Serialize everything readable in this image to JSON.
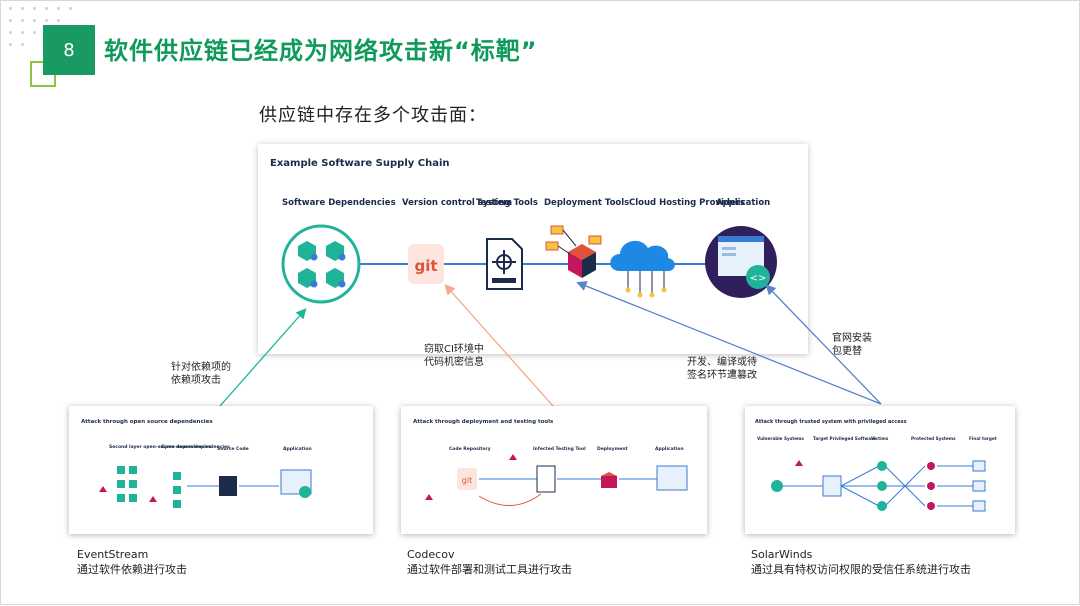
{
  "slide": {
    "number": "8",
    "title": "软件供应链已经成为网络攻击新“标靶”",
    "subtitle": "供应链中存在多个攻击面："
  },
  "main_diagram": {
    "title": "Example Software Supply Chain",
    "stages": [
      {
        "label": "Software Dependencies"
      },
      {
        "label": "Version control system"
      },
      {
        "label": "Testing Tools"
      },
      {
        "label": "Deployment Tools"
      },
      {
        "label": "Cloud Hosting Providers"
      },
      {
        "label": "Application"
      }
    ],
    "git_text": "git"
  },
  "annotations": {
    "dependency": "针对依赖项的\n依赖项攻击",
    "ci_secrets": "窃取CI环境中\n代码机密信息",
    "build_sign": "开发、编译或待\n签名环节遭篡改",
    "site_install": "官网安装\n包更替"
  },
  "cases": [
    {
      "diagram_title": "Attack through open source dependencies",
      "labels": [
        "Second layer open-source dependencies",
        "Open-source dependencies",
        "Source Code",
        "Application"
      ],
      "name": "EventStream",
      "desc": "通过软件依赖进行攻击"
    },
    {
      "diagram_title": "Attack through deployment and testing tools",
      "labels": [
        "Code Repository",
        "Infected Testing Tool",
        "Deployment",
        "Application"
      ],
      "name": "Codecov",
      "desc": "通过软件部署和测试工具进行攻击"
    },
    {
      "diagram_title": "Attack through trusted system with privileged access",
      "labels": [
        "Vulnerable Systems",
        "Target Privileged Software",
        "Victims",
        "Protected Systems",
        "Final target"
      ],
      "name": "SolarWinds",
      "desc": "通过具有特权访问权限的受信任系统进行攻击"
    }
  ],
  "colors": {
    "brand_green": "#1a9a63",
    "title_green": "#0f9a5c",
    "teal": "#1fb39a",
    "arrow_salmon": "#f3a98a",
    "arrow_blue": "#5a86c8",
    "flow_blue": "#3a7bd5"
  }
}
